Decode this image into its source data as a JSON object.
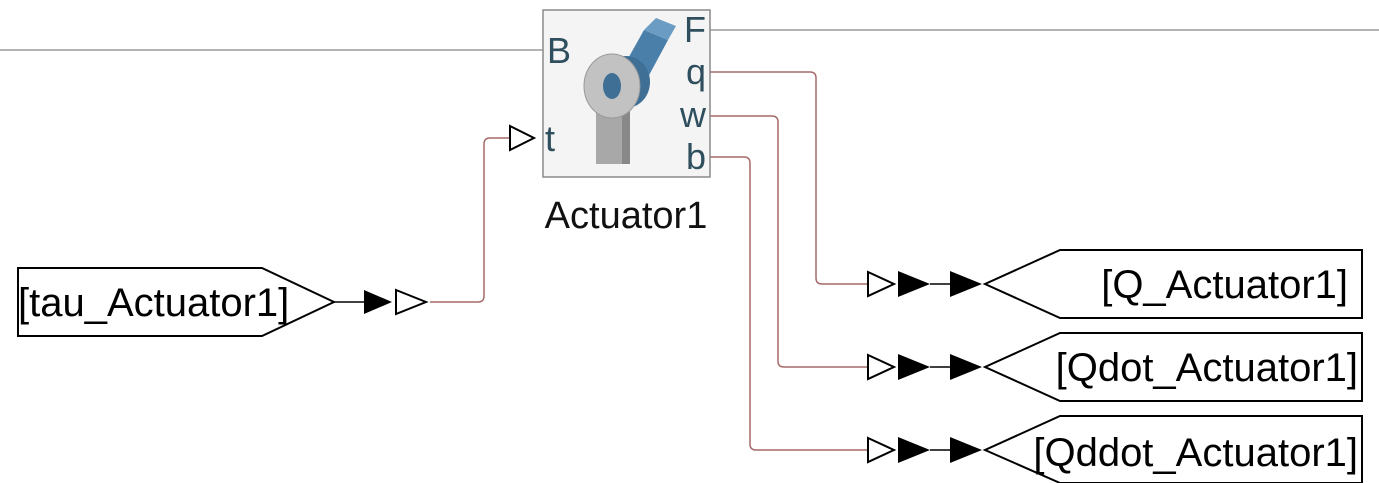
{
  "block": {
    "name": "Actuator1",
    "icon": "revolute-actuator-icon",
    "ports": {
      "B": "B",
      "t": "t",
      "F": "F",
      "q": "q",
      "w": "w",
      "b": "b"
    }
  },
  "from_tag": {
    "label": "[tau_Actuator1]"
  },
  "goto_tags": [
    {
      "label": "[Q_Actuator1]"
    },
    {
      "label": "[Qdot_Actuator1]"
    },
    {
      "label": "[Qddot_Actuator1]"
    }
  ],
  "colors": {
    "physical_line": "#9a9a9a",
    "signal_line": "#a66a6a",
    "block_border": "#8a8a8a",
    "block_fill": "#f4f4f4",
    "port_text": "#2f4f5f",
    "icon_blue": "#4a7faa",
    "icon_gray": "#a8a8a8"
  }
}
